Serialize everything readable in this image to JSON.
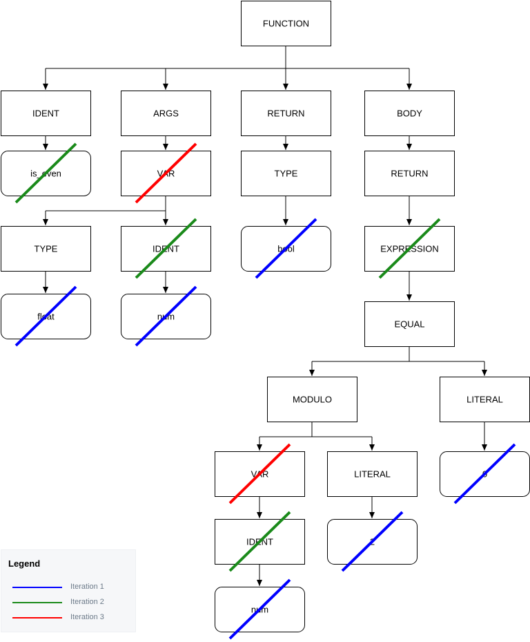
{
  "nodes": [
    {
      "id": "function",
      "label": "FUNCTION",
      "shape": "rect"
    },
    {
      "id": "ident",
      "label": "IDENT",
      "shape": "rect"
    },
    {
      "id": "args",
      "label": "ARGS",
      "shape": "rect"
    },
    {
      "id": "return1",
      "label": "RETURN",
      "shape": "rect"
    },
    {
      "id": "body",
      "label": "BODY",
      "shape": "rect"
    },
    {
      "id": "is_even",
      "label": "is_even",
      "shape": "rounded",
      "strike": "Iteration 2"
    },
    {
      "id": "var1",
      "label": "VAR",
      "shape": "rect",
      "strike": "Iteration 3"
    },
    {
      "id": "type1",
      "label": "TYPE",
      "shape": "rect"
    },
    {
      "id": "return2",
      "label": "RETURN",
      "shape": "rect"
    },
    {
      "id": "type2",
      "label": "TYPE",
      "shape": "rect"
    },
    {
      "id": "ident2",
      "label": "IDENT",
      "shape": "rect",
      "strike": "Iteration 2"
    },
    {
      "id": "bool",
      "label": "bool",
      "shape": "rounded",
      "strike": "Iteration 1"
    },
    {
      "id": "expression",
      "label": "EXPRESSION",
      "shape": "rect",
      "strike": "Iteration 2"
    },
    {
      "id": "float",
      "label": "float",
      "shape": "rounded",
      "strike": "Iteration 1"
    },
    {
      "id": "num1",
      "label": "num",
      "shape": "rounded",
      "strike": "Iteration 1"
    },
    {
      "id": "equal",
      "label": "EQUAL",
      "shape": "rect"
    },
    {
      "id": "modulo",
      "label": "MODULO",
      "shape": "rect"
    },
    {
      "id": "literal1",
      "label": "LITERAL",
      "shape": "rect"
    },
    {
      "id": "var2",
      "label": "VAR",
      "shape": "rect",
      "strike": "Iteration 3"
    },
    {
      "id": "literal2",
      "label": "LITERAL",
      "shape": "rect"
    },
    {
      "id": "zero",
      "label": "0",
      "shape": "rounded",
      "strike": "Iteration 1"
    },
    {
      "id": "ident3",
      "label": "IDENT",
      "shape": "rect",
      "strike": "Iteration 2"
    },
    {
      "id": "two",
      "label": "2",
      "shape": "rounded",
      "strike": "Iteration 1"
    },
    {
      "id": "num2",
      "label": "num",
      "shape": "rounded",
      "strike": "Iteration 1"
    }
  ],
  "edges": [
    {
      "from": "function",
      "to": [
        "ident",
        "args",
        "return1",
        "body"
      ]
    },
    {
      "from": "ident",
      "to": [
        "is_even"
      ]
    },
    {
      "from": "args",
      "to": [
        "var1"
      ]
    },
    {
      "from": "return1",
      "to": [
        "type2"
      ]
    },
    {
      "from": "body",
      "to": [
        "return2"
      ]
    },
    {
      "from": "var1",
      "to": [
        "type1",
        "ident2"
      ]
    },
    {
      "from": "type2",
      "to": [
        "bool"
      ]
    },
    {
      "from": "return2",
      "to": [
        "expression"
      ]
    },
    {
      "from": "type1",
      "to": [
        "float"
      ]
    },
    {
      "from": "ident2",
      "to": [
        "num1"
      ]
    },
    {
      "from": "expression",
      "to": [
        "equal"
      ]
    },
    {
      "from": "equal",
      "to": [
        "modulo",
        "literal1"
      ]
    },
    {
      "from": "modulo",
      "to": [
        "var2",
        "literal2"
      ]
    },
    {
      "from": "literal1",
      "to": [
        "zero"
      ]
    },
    {
      "from": "var2",
      "to": [
        "ident3"
      ]
    },
    {
      "from": "literal2",
      "to": [
        "two"
      ]
    },
    {
      "from": "ident3",
      "to": [
        "num2"
      ]
    }
  ],
  "legend": {
    "title": "Legend",
    "items": [
      {
        "label": "Iteration 1",
        "color": "#0000ff"
      },
      {
        "label": "Iteration 2",
        "color": "#1a8a1a"
      },
      {
        "label": "Iteration 3",
        "color": "#ff0000"
      }
    ]
  }
}
